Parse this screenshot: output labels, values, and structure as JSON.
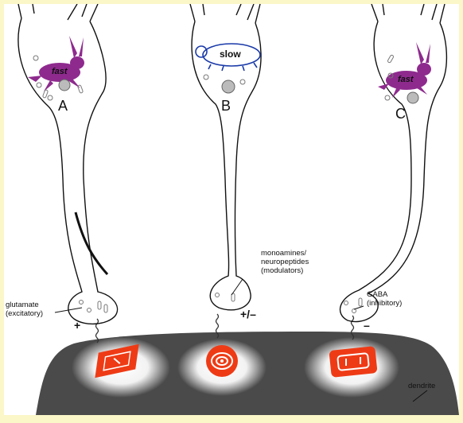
{
  "neurons": [
    {
      "id": "A",
      "letter": "A",
      "speed_label": "fast",
      "sign": "+",
      "transmitter": "glutamate",
      "effect": "(excitatory)"
    },
    {
      "id": "B",
      "letter": "B",
      "speed_label": "slow",
      "sign": "+/–",
      "transmitter": "monoamines/ neuropeptides",
      "effect": "(modulators)"
    },
    {
      "id": "C",
      "letter": "C",
      "speed_label": "fast",
      "sign": "–",
      "transmitter": "GABA",
      "effect": "(inhibitory)"
    }
  ],
  "dendrite_label": "dendrite",
  "colors": {
    "rabbit": "#8e2a8e",
    "turtle_outline": "#1a3aa8",
    "receptor": "#ee3b16",
    "dendrite": "#4a4a4a",
    "border": "#fbf7c8"
  }
}
